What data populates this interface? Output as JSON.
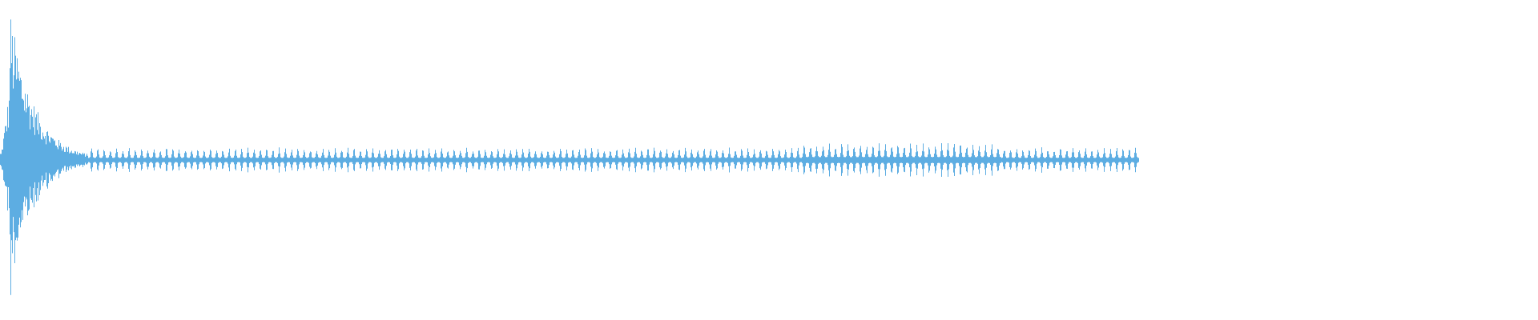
{
  "waveform": {
    "color": "#5dade2",
    "background": "#ffffff",
    "duration_fraction": 0.74,
    "burst_decay": 0.06,
    "burst_peak": 1.0,
    "tail_level": 0.035,
    "tail_pulse_level": 0.07,
    "pulse_count": 168
  }
}
